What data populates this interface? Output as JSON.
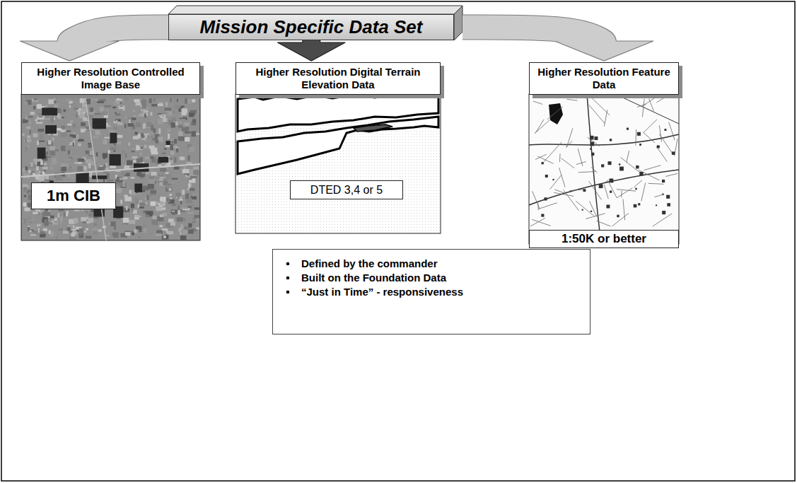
{
  "diagram": {
    "nodes": [
      {
        "text": [
          "Mission Specific Data Set"
        ]
      },
      {
        "text": [
          "Higher Resolution Controlled Image Base"
        ]
      },
      {
        "text": [
          "1m CIB"
        ],
        "in": 1
      },
      {
        "text": [
          "Higher Resolution Digital Terrain Elevation Data"
        ]
      },
      {
        "text": [
          "DTED 3,4 or 5"
        ],
        "in": 3
      },
      {
        "text": [
          "Higher Resolution Feature Data"
        ]
      },
      {
        "text": [
          "1:50K or better"
        ],
        "in": 5
      },
      {
        "text": [
          "Defined by the commander",
          "Built on the Foundation Data",
          "“Just in Time” - responsiveness"
        ]
      }
    ],
    "edges": [
      {
        "from": 0,
        "to": 1,
        "arrow": "to"
      },
      {
        "from": 0,
        "to": 3,
        "arrow": "to"
      },
      {
        "from": 0,
        "to": 5,
        "arrow": "to"
      }
    ]
  }
}
